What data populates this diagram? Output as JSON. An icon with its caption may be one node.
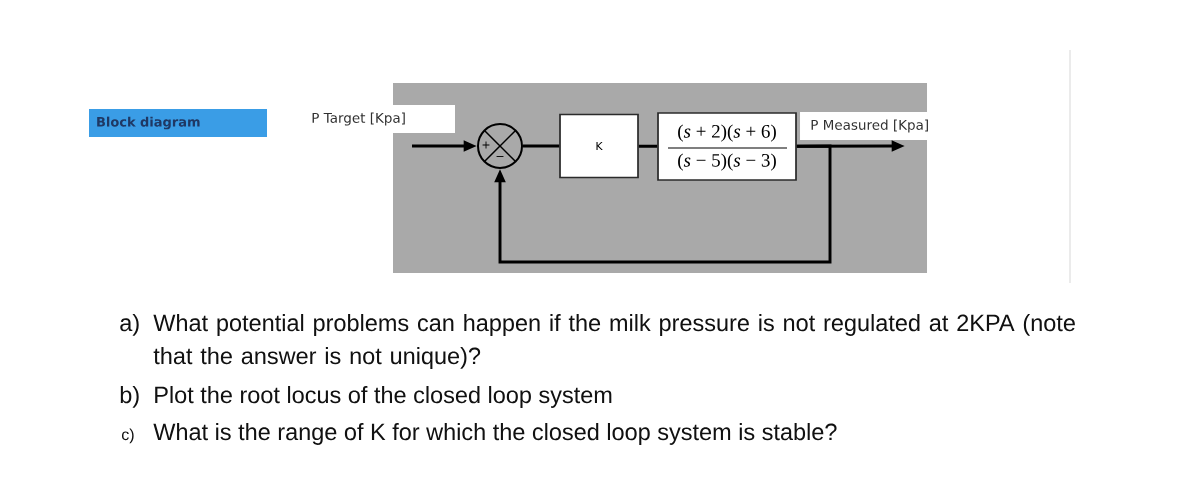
{
  "diagram": {
    "nodes": [
      {
        "text": [
          "Block diagram"
        ]
      },
      {
        "text": [
          "+",
          "−"
        ]
      },
      {
        "text": [
          "K"
        ]
      },
      {
        "text": [
          "(*s* + 2)(*s* + 6)",
          "(*s* − 5)(*s* − 3)"
        ]
      }
    ],
    "edges": [
      {
        "from": null,
        "to": 1,
        "arrow": "to",
        "label": "P Target [Kpa]"
      },
      {
        "from": 1,
        "to": 2,
        "arrow": "none"
      },
      {
        "from": 2,
        "to": 3,
        "arrow": "none"
      },
      {
        "from": 3,
        "to": null,
        "arrow": "to",
        "label": "P Measured [Kpa]"
      },
      {
        "from": 3,
        "to": 1,
        "arrow": "to"
      }
    ],
    "labels": [
      "a)",
      "What potential problems can happen if the milk pressure is not regulated at 2KPA (note that the answer is not unique)?",
      "b)",
      "Plot the root locus of the closed loop system",
      "c)",
      "What is the range of K for which the closed loop system is stable?"
    ]
  }
}
